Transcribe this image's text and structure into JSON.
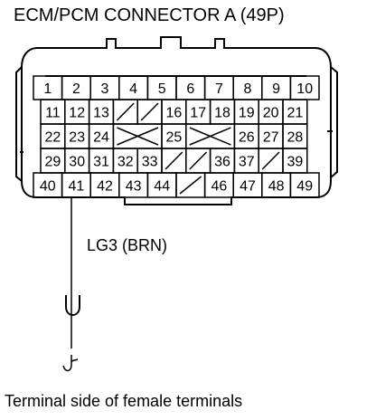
{
  "diagram": {
    "title": "ECM/PCM CONNECTOR A (49P)",
    "wire_label": "LG3 (BRN)",
    "caption": "Terminal side of female terminals",
    "wire_terminal": "41",
    "rows": [
      [
        {
          "t": "1"
        },
        {
          "t": "2"
        },
        {
          "t": "3"
        },
        {
          "t": "4"
        },
        {
          "t": "5"
        },
        {
          "t": "6"
        },
        {
          "t": "7"
        },
        {
          "t": "8"
        },
        {
          "t": "9"
        },
        {
          "t": "10"
        }
      ],
      [
        {
          "t": "11"
        },
        {
          "t": "12"
        },
        {
          "t": "13"
        },
        {
          "k": "slash"
        },
        {
          "k": "slash"
        },
        {
          "t": "16"
        },
        {
          "t": "17"
        },
        {
          "t": "18"
        },
        {
          "t": "19"
        },
        {
          "t": "20"
        },
        {
          "t": "21"
        }
      ],
      [
        {
          "t": "22"
        },
        {
          "t": "23"
        },
        {
          "t": "24"
        },
        {
          "k": "x2"
        },
        {
          "t": "25"
        },
        {
          "k": "x2"
        },
        {
          "t": "26"
        },
        {
          "t": "27"
        },
        {
          "t": "28"
        }
      ],
      [
        {
          "t": "29"
        },
        {
          "t": "30"
        },
        {
          "t": "31"
        },
        {
          "t": "32"
        },
        {
          "t": "33"
        },
        {
          "k": "slash"
        },
        {
          "k": "slash"
        },
        {
          "t": "36"
        },
        {
          "t": "37"
        },
        {
          "k": "slash"
        },
        {
          "t": "39"
        }
      ],
      [
        {
          "t": "40"
        },
        {
          "t": "41"
        },
        {
          "t": "42"
        },
        {
          "t": "43"
        },
        {
          "t": "44"
        },
        {
          "k": "slash"
        },
        {
          "t": "46"
        },
        {
          "t": "47"
        },
        {
          "t": "48"
        },
        {
          "t": "49"
        }
      ]
    ]
  }
}
